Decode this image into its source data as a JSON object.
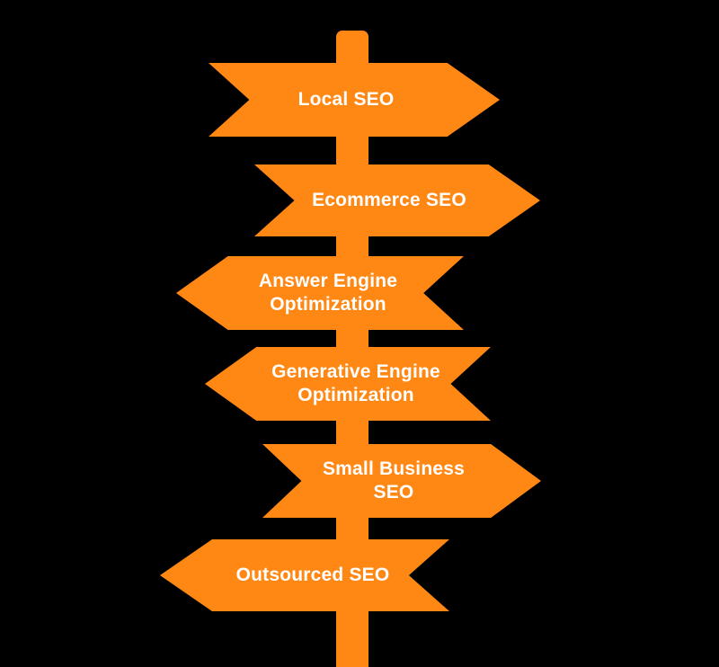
{
  "colors": {
    "bg": "#000000",
    "sign": "#FF8713",
    "text": "#FFFFFF"
  },
  "diagram": {
    "type": "signpost",
    "description": "Orange signpost with six directional arrow signs listing SEO service types"
  },
  "signs": [
    {
      "label": "Local SEO",
      "direction": "right",
      "lines": [
        "Local SEO"
      ]
    },
    {
      "label": "Ecommerce SEO",
      "direction": "right",
      "lines": [
        "Ecommerce SEO"
      ]
    },
    {
      "label": "Answer Engine Optimization",
      "direction": "left",
      "lines": [
        "Answer Engine",
        "Optimization"
      ]
    },
    {
      "label": "Generative Engine Optimization",
      "direction": "left",
      "lines": [
        "Generative Engine",
        "Optimization"
      ]
    },
    {
      "label": "Small Business SEO",
      "direction": "right",
      "lines": [
        "Small Business",
        "SEO"
      ]
    },
    {
      "label": "Outsourced SEO",
      "direction": "left",
      "lines": [
        "Outsourced SEO"
      ]
    }
  ]
}
